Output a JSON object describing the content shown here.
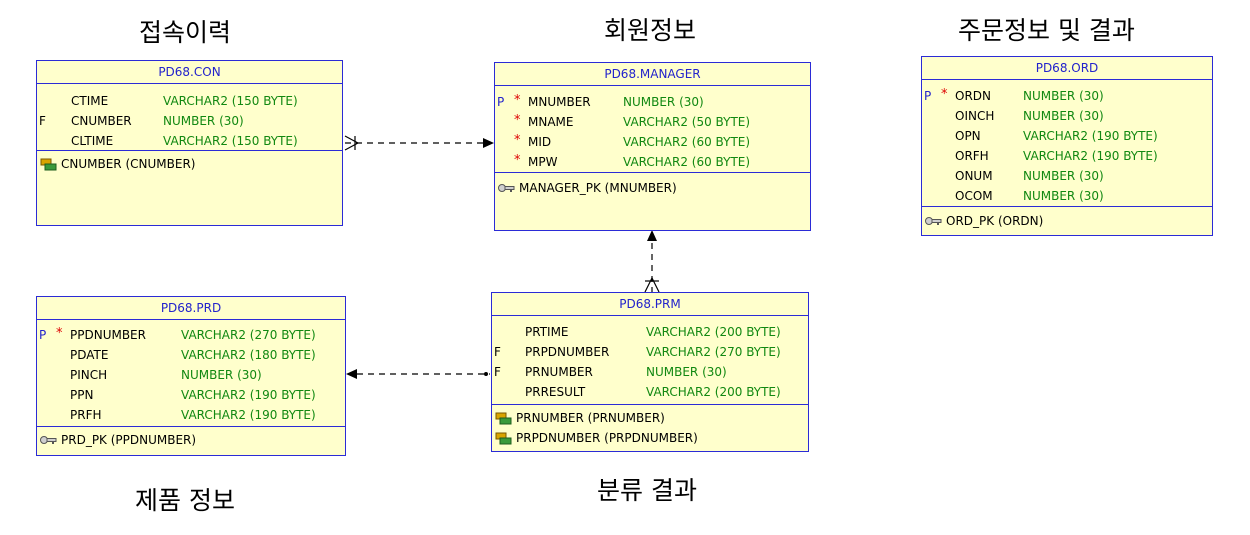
{
  "captions": {
    "con": "접속이력",
    "manager": "회원정보",
    "ord": "주문정보 및 결과",
    "prd": "제품 정보",
    "prm": "분류 결과"
  },
  "colors": {
    "table_fill": "#ffffcc",
    "table_border": "#2b2bd6",
    "table_title": "#2222cc",
    "column_type": "#118811",
    "mandatory": "#dd0000"
  },
  "tables": {
    "con": {
      "title": "PD68.CON",
      "columns": [
        {
          "flag": "",
          "req": "",
          "name": "CTIME",
          "type": "VARCHAR2 (150 BYTE)"
        },
        {
          "flag": "F",
          "req": "",
          "name": "CNUMBER",
          "type": "NUMBER (30)"
        },
        {
          "flag": "",
          "req": "",
          "name": "CLTIME",
          "type": "VARCHAR2 (150 BYTE)"
        }
      ],
      "keys": [
        {
          "icon": "foreign-key-icon",
          "text": "CNUMBER (CNUMBER)"
        }
      ]
    },
    "manager": {
      "title": "PD68.MANAGER",
      "columns": [
        {
          "flag": "P",
          "req": "*",
          "name": "MNUMBER",
          "type": "NUMBER (30)"
        },
        {
          "flag": "",
          "req": "*",
          "name": "MNAME",
          "type": "VARCHAR2 (50 BYTE)"
        },
        {
          "flag": "",
          "req": "*",
          "name": "MID",
          "type": "VARCHAR2 (60 BYTE)"
        },
        {
          "flag": "",
          "req": "*",
          "name": "MPW",
          "type": "VARCHAR2 (60 BYTE)"
        }
      ],
      "keys": [
        {
          "icon": "primary-key-icon",
          "text": "MANAGER_PK (MNUMBER)"
        }
      ]
    },
    "ord": {
      "title": "PD68.ORD",
      "columns": [
        {
          "flag": "P",
          "req": "*",
          "name": "ORDN",
          "type": "NUMBER (30)"
        },
        {
          "flag": "",
          "req": "",
          "name": "OINCH",
          "type": "NUMBER (30)"
        },
        {
          "flag": "",
          "req": "",
          "name": "OPN",
          "type": "VARCHAR2 (190 BYTE)"
        },
        {
          "flag": "",
          "req": "",
          "name": "ORFH",
          "type": "VARCHAR2 (190 BYTE)"
        },
        {
          "flag": "",
          "req": "",
          "name": "ONUM",
          "type": "NUMBER (30)"
        },
        {
          "flag": "",
          "req": "",
          "name": "OCOM",
          "type": "NUMBER (30)"
        }
      ],
      "keys": [
        {
          "icon": "primary-key-icon",
          "text": "ORD_PK (ORDN)"
        }
      ]
    },
    "prd": {
      "title": "PD68.PRD",
      "columns": [
        {
          "flag": "P",
          "req": "*",
          "name": "PPDNUMBER",
          "type": "VARCHAR2 (270 BYTE)"
        },
        {
          "flag": "",
          "req": "",
          "name": "PDATE",
          "type": "VARCHAR2 (180 BYTE)"
        },
        {
          "flag": "",
          "req": "",
          "name": "PINCH",
          "type": "NUMBER (30)"
        },
        {
          "flag": "",
          "req": "",
          "name": "PPN",
          "type": "VARCHAR2 (190 BYTE)"
        },
        {
          "flag": "",
          "req": "",
          "name": "PRFH",
          "type": "VARCHAR2 (190 BYTE)"
        }
      ],
      "keys": [
        {
          "icon": "primary-key-icon",
          "text": "PRD_PK (PPDNUMBER)"
        }
      ]
    },
    "prm": {
      "title": "PD68.PRM",
      "columns": [
        {
          "flag": "",
          "req": "",
          "name": "PRTIME",
          "type": "VARCHAR2 (200 BYTE)"
        },
        {
          "flag": "F",
          "req": "",
          "name": "PRPDNUMBER",
          "type": "VARCHAR2 (270 BYTE)"
        },
        {
          "flag": "F",
          "req": "",
          "name": "PRNUMBER",
          "type": "NUMBER (30)"
        },
        {
          "flag": "",
          "req": "",
          "name": "PRRESULT",
          "type": "VARCHAR2 (200 BYTE)"
        }
      ],
      "keys": [
        {
          "icon": "foreign-key-icon",
          "text": "PRNUMBER (PRNUMBER)"
        },
        {
          "icon": "foreign-key-icon",
          "text": "PRPDNUMBER (PRPDNUMBER)"
        }
      ]
    }
  }
}
